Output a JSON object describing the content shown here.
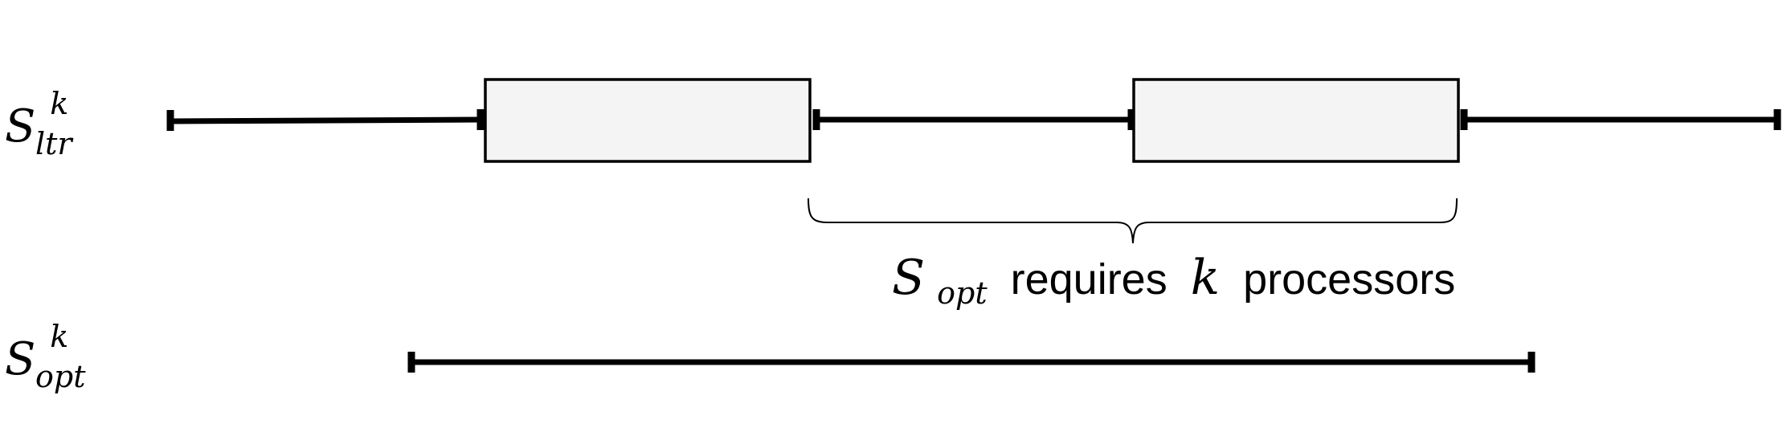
{
  "rows": {
    "ltr": {
      "symbol": "S",
      "superscript": "k",
      "subscript": "ltr"
    },
    "opt": {
      "symbol": "S",
      "superscript": "k",
      "subscript": "opt"
    }
  },
  "brace_label": {
    "symbol": "S",
    "subscript": "opt",
    "text_before_k": "requires",
    "k": "k",
    "text_after_k": "processors"
  },
  "colors": {
    "line": "#000000",
    "box_fill": "#f4f4f4",
    "box_stroke": "#000000"
  }
}
